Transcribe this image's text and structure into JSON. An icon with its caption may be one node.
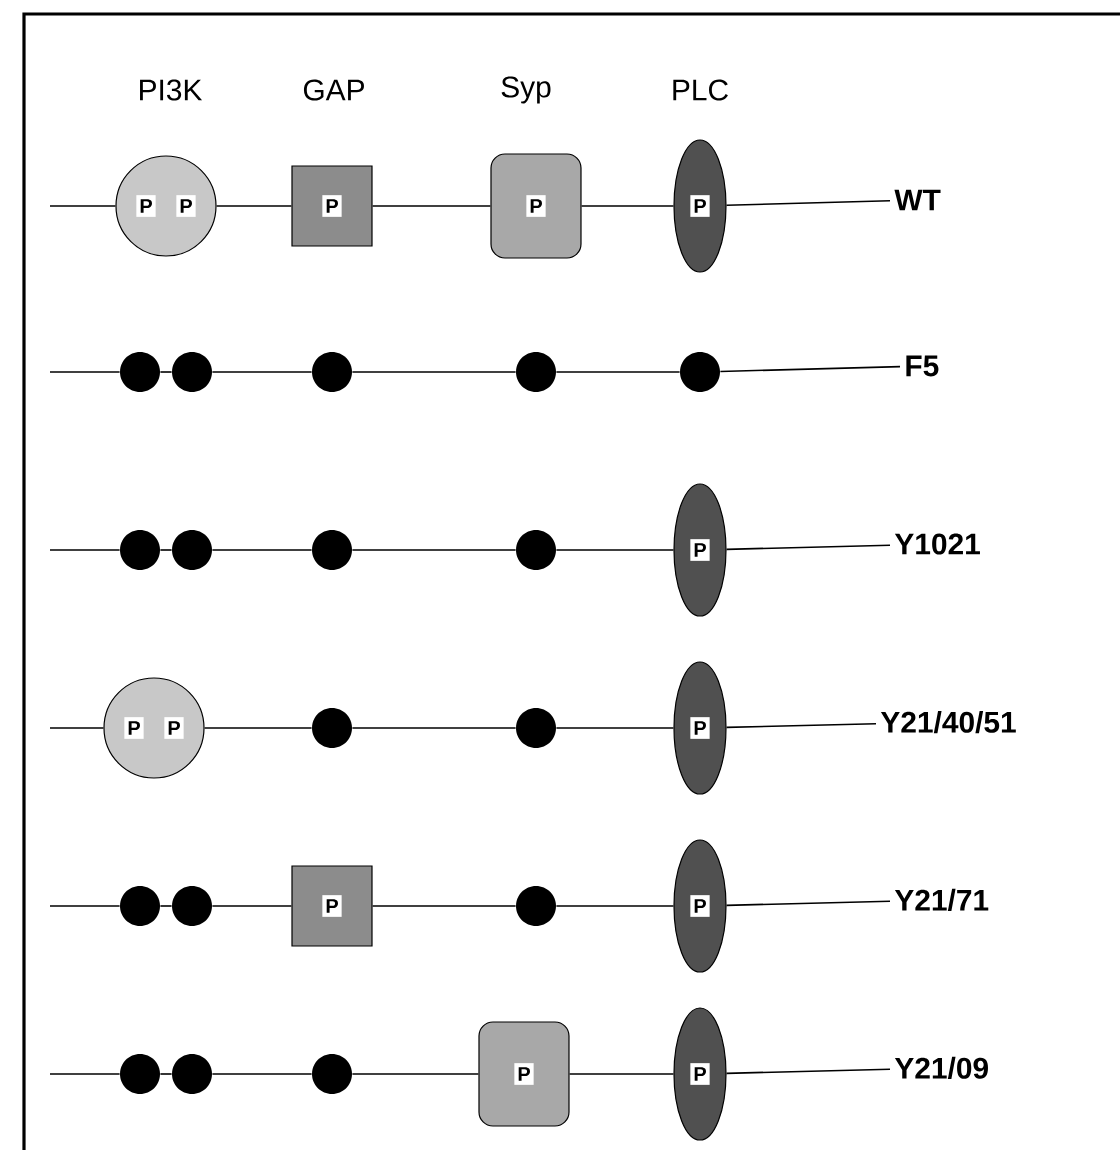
{
  "diagram": {
    "nodes": [
      {
        "text": [
          "P",
          "P"
        ]
      },
      {
        "text": [
          "P"
        ]
      },
      {
        "text": [
          "P"
        ]
      },
      {
        "text": [
          "P"
        ]
      },
      {
        "text": [
          "WT"
        ]
      },
      {
        "text": [],
        "shape": "circle"
      },
      {
        "text": [],
        "shape": "circle"
      },
      {
        "text": [],
        "shape": "circle"
      },
      {
        "text": [],
        "shape": "circle"
      },
      {
        "text": [],
        "shape": "circle"
      },
      {
        "text": [
          "F5"
        ]
      },
      {
        "text": [],
        "shape": "circle"
      },
      {
        "text": [],
        "shape": "circle"
      },
      {
        "text": [],
        "shape": "circle"
      },
      {
        "text": [],
        "shape": "circle"
      },
      {
        "text": [
          "P"
        ]
      },
      {
        "text": [
          "Y1021"
        ]
      },
      {
        "text": [
          "P",
          "P"
        ]
      },
      {
        "text": [],
        "shape": "circle"
      },
      {
        "text": [],
        "shape": "circle"
      },
      {
        "text": [
          "P"
        ]
      },
      {
        "text": [
          "Y21/40/51"
        ]
      },
      {
        "text": [],
        "shape": "circle"
      },
      {
        "text": [],
        "shape": "circle"
      },
      {
        "text": [
          "P"
        ]
      },
      {
        "text": [],
        "shape": "circle"
      },
      {
        "text": [
          "P"
        ]
      },
      {
        "text": [
          "Y21/71"
        ]
      },
      {
        "text": [],
        "shape": "circle"
      },
      {
        "text": [],
        "shape": "circle"
      },
      {
        "text": [],
        "shape": "circle"
      },
      {
        "text": [
          "P"
        ]
      },
      {
        "text": [
          "P"
        ]
      },
      {
        "text": [
          "Y21/09"
        ]
      }
    ],
    "edges": [
      {
        "from": null,
        "to": 0,
        "arrow": "none"
      },
      {
        "from": 0,
        "to": 1,
        "arrow": "none"
      },
      {
        "from": 1,
        "to": 2,
        "arrow": "none"
      },
      {
        "from": 2,
        "to": 3,
        "arrow": "none"
      },
      {
        "from": 3,
        "to": 4,
        "arrow": "none"
      },
      {
        "from": null,
        "to": 5,
        "arrow": "none"
      },
      {
        "from": 5,
        "to": 6,
        "arrow": "none"
      },
      {
        "from": 6,
        "to": 7,
        "arrow": "none"
      },
      {
        "from": 7,
        "to": 8,
        "arrow": "none"
      },
      {
        "from": 8,
        "to": 9,
        "arrow": "none"
      },
      {
        "from": 9,
        "to": 10,
        "arrow": "none"
      },
      {
        "from": null,
        "to": 11,
        "arrow": "none"
      },
      {
        "from": 11,
        "to": 12,
        "arrow": "none"
      },
      {
        "from": 12,
        "to": 13,
        "arrow": "none"
      },
      {
        "from": 13,
        "to": 14,
        "arrow": "none"
      },
      {
        "from": 14,
        "to": 15,
        "arrow": "none"
      },
      {
        "from": 15,
        "to": 16,
        "arrow": "none"
      },
      {
        "from": null,
        "to": 17,
        "arrow": "none"
      },
      {
        "from": 17,
        "to": 18,
        "arrow": "none"
      },
      {
        "from": 18,
        "to": 19,
        "arrow": "none"
      },
      {
        "from": 19,
        "to": 20,
        "arrow": "none"
      },
      {
        "from": 20,
        "to": 21,
        "arrow": "none"
      },
      {
        "from": null,
        "to": 22,
        "arrow": "none"
      },
      {
        "from": 22,
        "to": 23,
        "arrow": "none"
      },
      {
        "from": 23,
        "to": 24,
        "arrow": "none"
      },
      {
        "from": 24,
        "to": 25,
        "arrow": "none"
      },
      {
        "from": 25,
        "to": 26,
        "arrow": "none"
      },
      {
        "from": 26,
        "to": 27,
        "arrow": "none"
      },
      {
        "from": null,
        "to": 28,
        "arrow": "none"
      },
      {
        "from": 28,
        "to": 29,
        "arrow": "none"
      },
      {
        "from": 29,
        "to": 30,
        "arrow": "none"
      },
      {
        "from": 30,
        "to": 31,
        "arrow": "none"
      },
      {
        "from": 31,
        "to": 32,
        "arrow": "none"
      },
      {
        "from": 32,
        "to": 33,
        "arrow": "none"
      }
    ],
    "labels": [
      "PI3K",
      "GAP",
      "Syp",
      "PLC"
    ]
  }
}
